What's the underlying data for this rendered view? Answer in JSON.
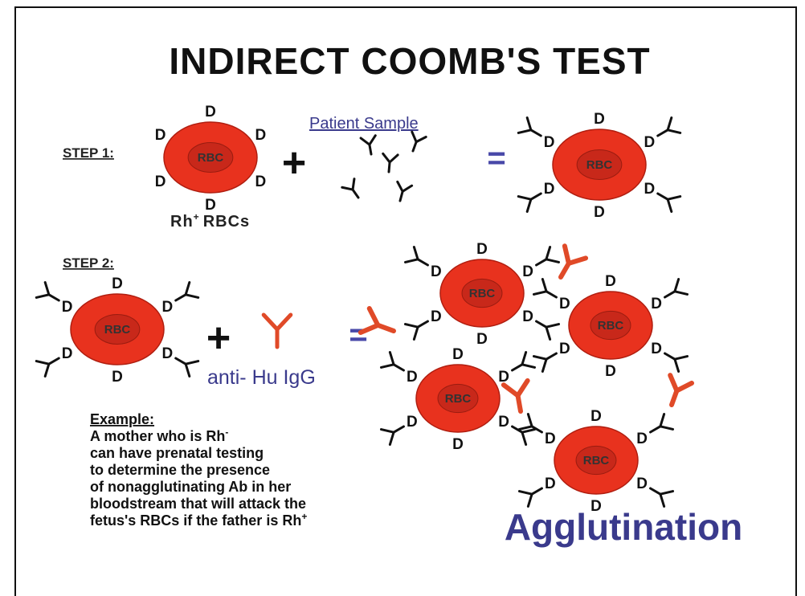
{
  "title": "INDIRECT COOMB'S TEST",
  "step1": {
    "label": "STEP 1:",
    "patient_sample": "Patient Sample",
    "rbc_caption": "Rh",
    "rbc_caption_sup": "+",
    "rbc_caption_end": "RBCs"
  },
  "step2": {
    "label": "STEP 2:",
    "reagent_label": "anti- Hu IgG"
  },
  "operators": {
    "plus": "+",
    "equals": "="
  },
  "cell_label": "RBC",
  "antigen_label": "D",
  "example": {
    "heading": "Example:",
    "line1": "A mother who is Rh",
    "line1_sup": "-",
    "line2": "can have prenatal testing",
    "line3": "to determine the presence",
    "line4": "of nonagglutinating Ab in her",
    "line5": "bloodstream that will attack the",
    "line6": "fetus's RBCs if the father is Rh",
    "line6_sup": "+"
  },
  "result_label": "Agglutination",
  "colors": {
    "cell_outer": "#e8321e",
    "cell_inner": "#c8281a",
    "antibody": "#111111",
    "anti_igg": "#e04a28",
    "accent_text": "#3a3a8c"
  }
}
